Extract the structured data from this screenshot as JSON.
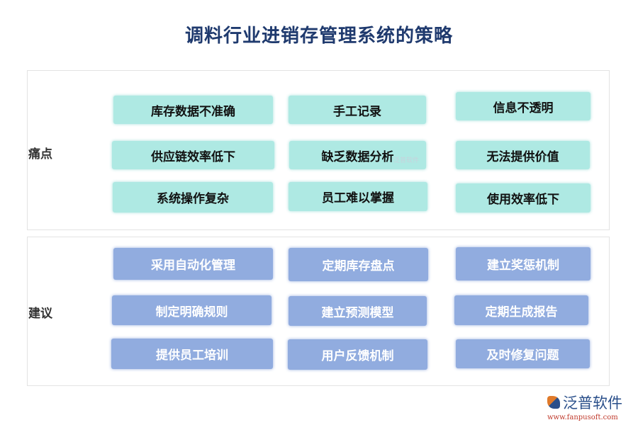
{
  "title": "调料行业进销存管理系统的策略",
  "colors": {
    "title": "#1f3a6e",
    "pain_box": "#aee9e3",
    "suggestion_box": "#91acdf",
    "panel_border": "#e3e3e3"
  },
  "pain_points": {
    "label": "痛点",
    "items": [
      "库存数据不准确",
      "手工记录",
      "信息不透明",
      "供应链效率低下",
      "缺乏数据分析",
      "无法提供价值",
      "系统操作复杂",
      "员工难以掌握",
      "使用效率低下"
    ]
  },
  "suggestions": {
    "label": "建议",
    "items": [
      "采用自动化管理",
      "定期库存盘点",
      "建立奖惩机制",
      "制定明确规则",
      "建立预测模型",
      "定期生成报告",
      "提供员工培训",
      "用户反馈机制",
      "及时修复问题"
    ]
  },
  "watermark": "泛普软件",
  "logo": {
    "name": "泛普软件",
    "url": "www.fanpusoft.com"
  }
}
